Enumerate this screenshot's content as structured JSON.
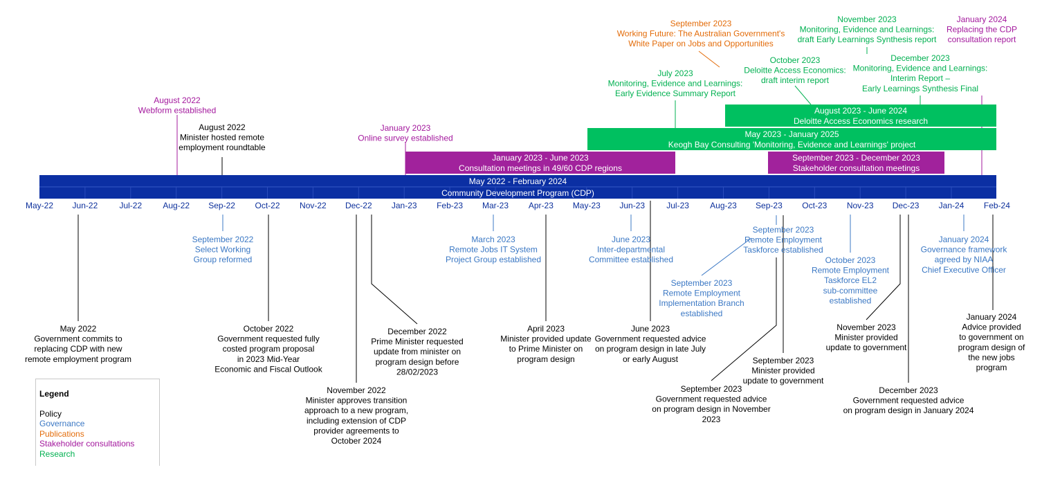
{
  "colors": {
    "policy": "#000000",
    "governance": "#3b78c4",
    "publications": "#e36c0a",
    "stakeholder": "#a3189d",
    "research": "#00b050",
    "axis": "#0b2f9b",
    "program_bar": "#0b2fa3",
    "stakeholder_bar": "#a1229c",
    "research_bar": "#00c060"
  },
  "axis": {
    "start": "2022-05",
    "end": "2024-02",
    "months": [
      "May-22",
      "Jun-22",
      "Jul-22",
      "Aug-22",
      "Sep-22",
      "Oct-22",
      "Nov-22",
      "Dec-22",
      "Jan-23",
      "Feb-23",
      "Mar-23",
      "Apr-23",
      "May-23",
      "Jun-23",
      "Jul-23",
      "Aug-23",
      "Sep-23",
      "Oct-23",
      "Nov-23",
      "Dec-23",
      "Jan-24",
      "Feb-24"
    ]
  },
  "program": {
    "period": "May 2022 - February 2024",
    "title": "Community Development Program (CDP)",
    "start": "2022-05",
    "end": "2024-02"
  },
  "bars": [
    {
      "id": "bar-consultations-2023",
      "category": "stakeholder",
      "start": "2023-01",
      "end": "2023-07",
      "lines": [
        "January 2023 - June 2023",
        "Consultation meetings in 49/60 CDP regions"
      ]
    },
    {
      "id": "bar-stakeholder-meetings",
      "category": "stakeholder",
      "start": "2023-09",
      "end": "2024-01",
      "lines": [
        "September 2023 - December 2023",
        "Stakeholder consultation meetings"
      ]
    },
    {
      "id": "bar-keogh-bay",
      "category": "research",
      "start": "2023-05",
      "end": "2024-02",
      "lines": [
        "May 2023 - January 2025",
        "Keogh Bay Consulting 'Monitoring, Evidence and Learnings' project"
      ]
    },
    {
      "id": "bar-deloitte",
      "category": "research",
      "start": "2023-08",
      "end": "2024-02",
      "lines": [
        "August 2023 - June 2024",
        "Deloitte Access Economics research"
      ]
    }
  ],
  "events": [
    {
      "id": "event-may-2022",
      "category": "policy",
      "lines": [
        "May 2022",
        "Government commits to",
        "replacing CDP with new",
        "remote employment program"
      ]
    },
    {
      "id": "event-aug-2022-webform",
      "category": "stakeholder",
      "lines": [
        "August 2022",
        "Webform established"
      ]
    },
    {
      "id": "event-aug-2022-roundtable",
      "category": "policy",
      "lines": [
        "August 2022",
        "Minister hosted remote",
        "employment roundtable"
      ]
    },
    {
      "id": "event-sep-2022",
      "category": "governance",
      "lines": [
        "September 2022",
        "Select Working",
        "Group reformed"
      ]
    },
    {
      "id": "event-oct-2022",
      "category": "policy",
      "lines": [
        "October 2022",
        "Government requested fully",
        "costed program proposal",
        "in 2023 Mid-Year",
        "Economic and Fiscal Outlook"
      ]
    },
    {
      "id": "event-nov-2022",
      "category": "policy",
      "lines": [
        "November 2022",
        "Minister approves transition",
        "approach to a new program,",
        "including extension of CDP",
        "provider agreements to",
        "October 2024"
      ]
    },
    {
      "id": "event-dec-2022",
      "category": "policy",
      "lines": [
        "December 2022",
        "Prime Minister requested",
        "update from minister on",
        "program design before",
        "28/02/2023"
      ]
    },
    {
      "id": "event-jan-2023",
      "category": "stakeholder",
      "lines": [
        "January 2023",
        "Online survey established"
      ]
    },
    {
      "id": "event-mar-2023",
      "category": "governance",
      "lines": [
        "March 2023",
        "Remote Jobs IT System",
        "Project Group established"
      ]
    },
    {
      "id": "event-apr-2023",
      "category": "policy",
      "lines": [
        "April 2023",
        "Minister provided update",
        "to Prime Minister on",
        "program design"
      ]
    },
    {
      "id": "event-jun-2023-idc",
      "category": "governance",
      "lines": [
        "June 2023",
        "Inter-departmental",
        "Committee established"
      ]
    },
    {
      "id": "event-jun-2023-advice",
      "category": "policy",
      "lines": [
        "June 2023",
        "Government requested advice",
        "on program design in late July",
        "or early August"
      ]
    },
    {
      "id": "event-jul-2023",
      "category": "research",
      "lines": [
        "July 2023",
        "Monitoring, Evidence and Learnings:",
        "Early Evidence Summary Report"
      ]
    },
    {
      "id": "event-sep-2023-whitepaper",
      "category": "publications",
      "lines": [
        "September 2023",
        "Working Future: The Australian Government's",
        "White Paper on Jobs and Opportunities"
      ]
    },
    {
      "id": "event-sep-2023-taskforce",
      "category": "governance",
      "lines": [
        "September 2023",
        "Remote Employment",
        "Taskforce established"
      ]
    },
    {
      "id": "event-sep-2023-branch",
      "category": "governance",
      "lines": [
        "September 2023",
        "Remote Employment",
        "Implementation Branch",
        "established"
      ]
    },
    {
      "id": "event-sep-2023-update",
      "category": "policy",
      "lines": [
        "September 2023",
        "Minister provided",
        "update to government"
      ]
    },
    {
      "id": "event-sep-2023-advice",
      "category": "policy",
      "lines": [
        "September 2023",
        "Government requested advice",
        "on program design in November",
        "2023"
      ]
    },
    {
      "id": "event-oct-2023-deloitte",
      "category": "research",
      "lines": [
        "October 2023",
        "Deloitte Access Economics:",
        "draft interim report"
      ]
    },
    {
      "id": "event-oct-2023-el2",
      "category": "governance",
      "lines": [
        "October 2023",
        "Remote Employment",
        "Taskforce EL2",
        "sub-committee",
        "established"
      ]
    },
    {
      "id": "event-nov-2023-mel",
      "category": "research",
      "lines": [
        "November 2023",
        "Monitoring, Evidence and Learnings:",
        "draft Early Learnings Synthesis report"
      ]
    },
    {
      "id": "event-nov-2023-update",
      "category": "policy",
      "lines": [
        "November 2023",
        "Minister provided",
        "update to government"
      ]
    },
    {
      "id": "event-dec-2023-mel",
      "category": "research",
      "lines": [
        "December 2023",
        "Monitoring, Evidence and Learnings:",
        "Interim Report –",
        "Early Learnings Synthesis Final"
      ]
    },
    {
      "id": "event-dec-2023-advice",
      "category": "policy",
      "lines": [
        "December 2023",
        "Government requested advice",
        "on program design in January 2024"
      ]
    },
    {
      "id": "event-jan-2024-report",
      "category": "stakeholder",
      "lines": [
        "January 2024",
        "Replacing the CDP",
        "consultation report"
      ]
    },
    {
      "id": "event-jan-2024-governance",
      "category": "governance",
      "lines": [
        "January 2024",
        "Governance framework",
        "agreed by NIAA",
        "Chief Executive Officer"
      ]
    },
    {
      "id": "event-jan-2024-advice",
      "category": "policy",
      "lines": [
        "January 2024",
        "Advice provided",
        "to government on",
        "program design of",
        "the new jobs",
        "program"
      ]
    }
  ],
  "legend": {
    "title": "Legend",
    "items": [
      {
        "label": "Policy",
        "category": "policy"
      },
      {
        "label": "Governance",
        "category": "governance"
      },
      {
        "label": "Publications",
        "category": "publications"
      },
      {
        "label": "Stakeholder consultations",
        "category": "stakeholder"
      },
      {
        "label": "Research",
        "category": "research"
      }
    ]
  }
}
